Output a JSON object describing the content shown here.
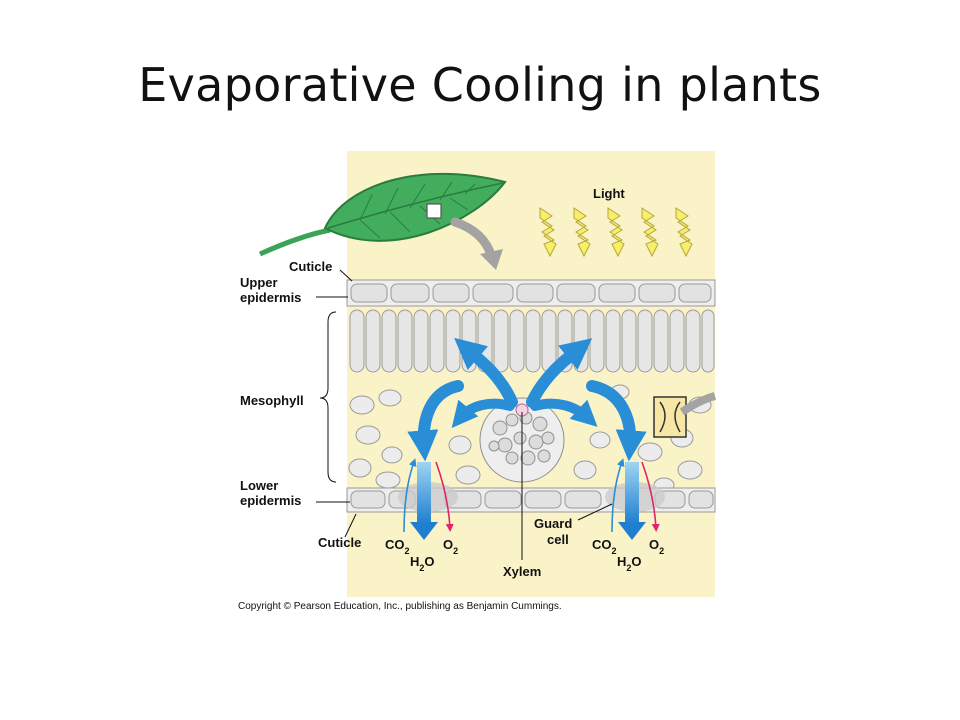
{
  "slide": {
    "title": "Evaporative Cooling in plants"
  },
  "diagram": {
    "labels": {
      "light": "Light",
      "cuticle_top": "Cuticle",
      "upper_epidermis_1": "Upper",
      "upper_epidermis_2": "epidermis",
      "mesophyll": "Mesophyll",
      "lower_epidermis_1": "Lower",
      "lower_epidermis_2": "epidermis",
      "cuticle_bottom": "Cuticle",
      "guard_cell_1": "Guard",
      "guard_cell_2": "cell",
      "xylem": "Xylem",
      "co2": "CO",
      "o2": "O",
      "h2o_h": "H",
      "h2o_o": "O",
      "subscript_2": "2"
    },
    "colors": {
      "panel_bg": "#fbf3c8",
      "leaf_green": "#3aa356",
      "cell_fill": "#e9e9e9",
      "cell_stroke": "#9a9a9a",
      "arrow_blue": "#2a8ed6",
      "arrow_light_blue": "#9fd3f2",
      "light_yellow": "#f7ef6a",
      "magenta": "#e0246c",
      "gray_arrow": "#a3a3a3"
    }
  },
  "footer": {
    "copyright": "Copyright © Pearson Education, Inc., publishing as Benjamin Cummings."
  }
}
